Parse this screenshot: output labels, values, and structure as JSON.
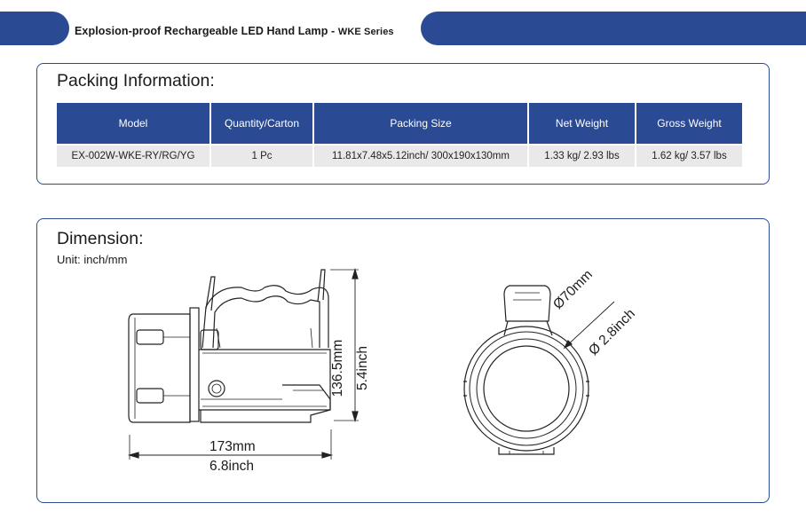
{
  "header": {
    "title_main": "Explosion-proof Rechargeable LED Hand Lamp - ",
    "title_series": "WKE Series"
  },
  "packing": {
    "title": "Packing Information:",
    "columns": [
      "Model",
      "Quantity/Carton",
      "Packing Size",
      "Net Weight",
      "Gross Weight"
    ],
    "rows": [
      [
        "EX-002W-WKE-RY/RG/YG",
        "1 Pc",
        "11.81x7.48x5.12inch/ 300x190x130mm",
        "1.33 kg/ 2.93 lbs",
        "1.62 kg/ 3.57 lbs"
      ]
    ]
  },
  "dimension": {
    "title": "Dimension:",
    "unit": "Unit: inch/mm",
    "length_mm": "173mm",
    "length_inch": "6.8inch",
    "height_mm": "136.5mm",
    "height_inch": "5.4inch",
    "diameter_mm": "Ø70mm",
    "diameter_inch": "Ø 2.8inch"
  },
  "colors": {
    "accent": "#2b4a94",
    "table_row": "#e9e9e9"
  }
}
